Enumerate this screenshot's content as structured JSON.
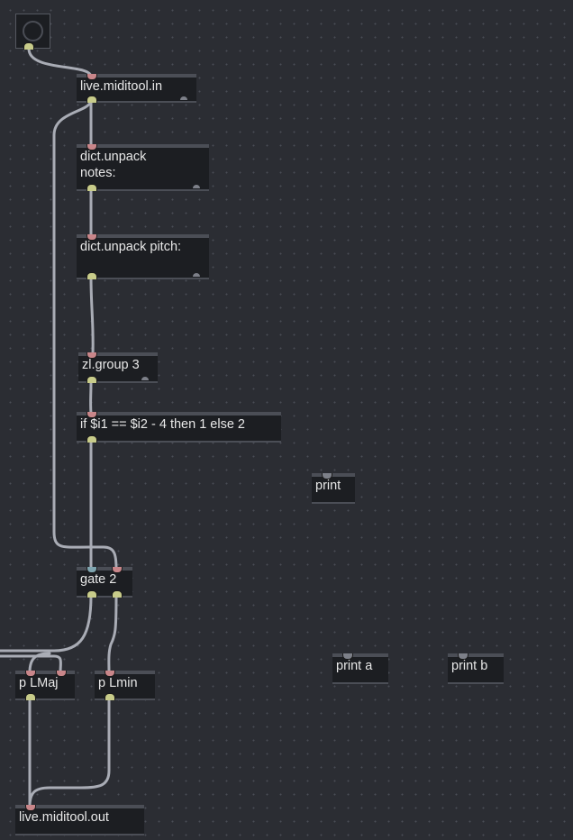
{
  "patch": {
    "objects": {
      "miditool_in": "live.miditool.in",
      "dict_unpack_notes": "dict.unpack\nnotes:",
      "dict_unpack_pitch": "dict.unpack pitch:",
      "zl_group": "zl.group 3",
      "if_expr": "if $i1 == $i2 - 4 then 1 else 2",
      "print": "print",
      "gate": "gate 2",
      "p_lmaj": "p LMaj",
      "p_lmin": "p Lmin",
      "print_a": "print a",
      "print_b": "print b",
      "miditool_out": "live.miditool.out"
    }
  },
  "colors": {
    "canvas": "#2b2d33",
    "object_box": "#1c1e22",
    "object_border": "#4b4e56",
    "patch_cord": "#a9acb5",
    "inlet": "#c9868a",
    "outlet": "#c8cc8a"
  }
}
